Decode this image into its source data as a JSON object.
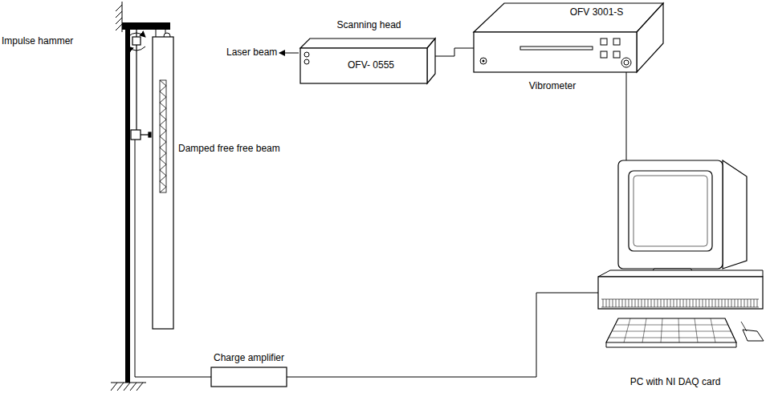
{
  "diagram": {
    "nodes": [
      {
        "text": [
          "Scanning head",
          "OFV- 0555"
        ]
      },
      {
        "text": [
          "OFV 3001-S",
          "Vibrometer"
        ]
      },
      {
        "text": [
          "Charge amplifier"
        ]
      },
      {
        "text": [
          "PC with NI DAQ card"
        ]
      }
    ],
    "edges": [
      {
        "from": 0,
        "to": 1,
        "arrow": "none"
      },
      {
        "from": 1,
        "to": 3,
        "arrow": "none"
      },
      {
        "from": 2,
        "to": 3,
        "arrow": "none"
      }
    ],
    "labels": [
      "Impulse hammer",
      "Laser beam",
      "Damped free free beam"
    ]
  }
}
